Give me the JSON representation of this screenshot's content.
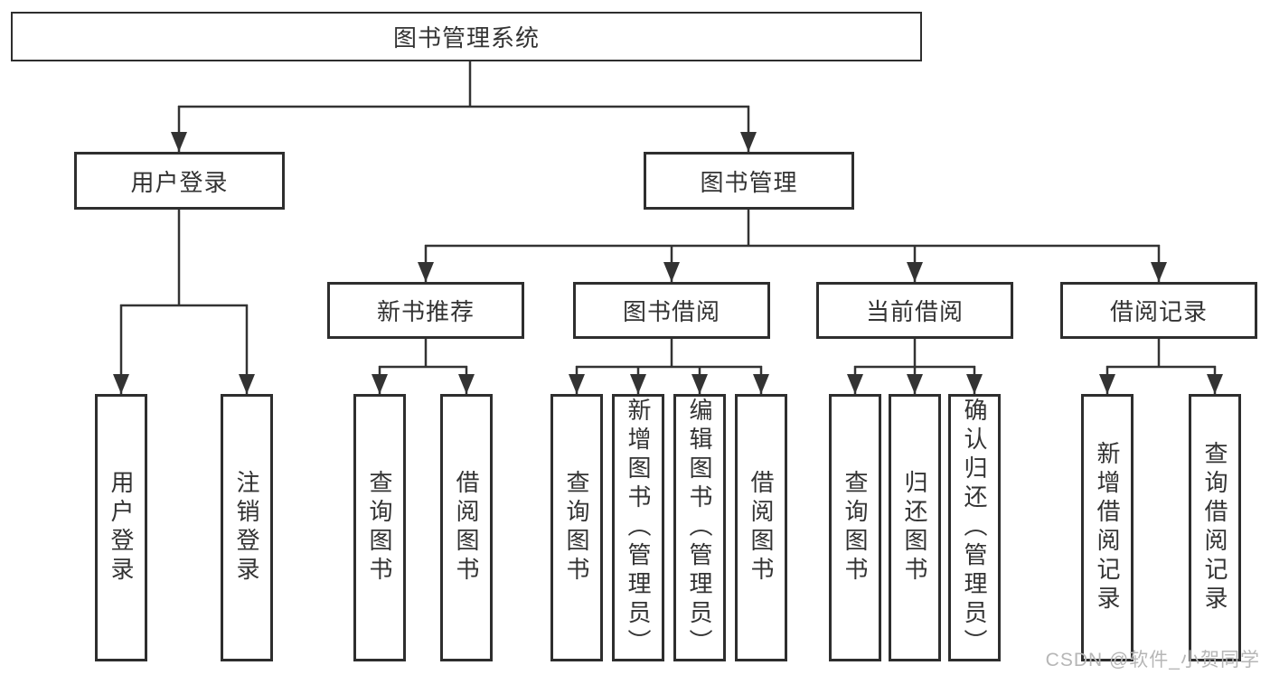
{
  "diagram": {
    "root": {
      "label": "图书管理系统"
    },
    "branches": [
      {
        "label": "用户登录",
        "children": [
          {
            "label": "用户登录"
          },
          {
            "label": "注销登录"
          }
        ]
      },
      {
        "label": "图书管理",
        "children": [
          {
            "label": "新书推荐",
            "children": [
              {
                "label": "查询图书"
              },
              {
                "label": "借阅图书"
              }
            ]
          },
          {
            "label": "图书借阅",
            "children": [
              {
                "label": "查询图书"
              },
              {
                "label": "新增图书（管理员）"
              },
              {
                "label": "编辑图书（管理员）"
              },
              {
                "label": "借阅图书"
              }
            ]
          },
          {
            "label": "当前借阅",
            "children": [
              {
                "label": "查询图书"
              },
              {
                "label": "归还图书"
              },
              {
                "label": "确认归还（管理员）"
              }
            ]
          },
          {
            "label": "借阅记录",
            "children": [
              {
                "label": "新增借阅记录"
              },
              {
                "label": "查询借阅记录"
              }
            ]
          }
        ]
      }
    ]
  },
  "watermark": {
    "text": "CSDN @软件_小贺同学"
  },
  "colors": {
    "line": "#333333",
    "box_border": "#2e2e2e",
    "text": "#333333",
    "watermark": "#b6b6b6",
    "background": "#ffffff"
  }
}
